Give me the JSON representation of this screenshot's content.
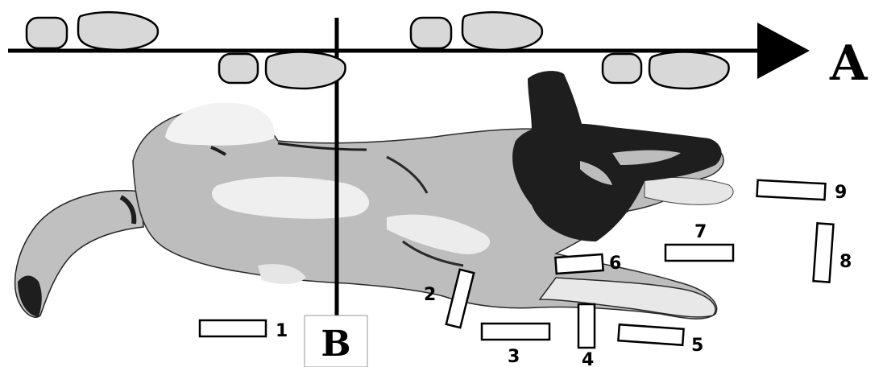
{
  "diagram": {
    "axis_labels": {
      "a": "A",
      "b": "B"
    },
    "rectangle_numbers": [
      "1",
      "2",
      "3",
      "4",
      "5",
      "6",
      "7",
      "8",
      "9"
    ],
    "subject": "dog",
    "colors": {
      "footprint_fill": "#d8d8d8",
      "dog_light": "#bfbfbf",
      "dog_white": "#f2f2f2",
      "dog_dark": "#1e1e1e",
      "line": "#000000"
    }
  }
}
